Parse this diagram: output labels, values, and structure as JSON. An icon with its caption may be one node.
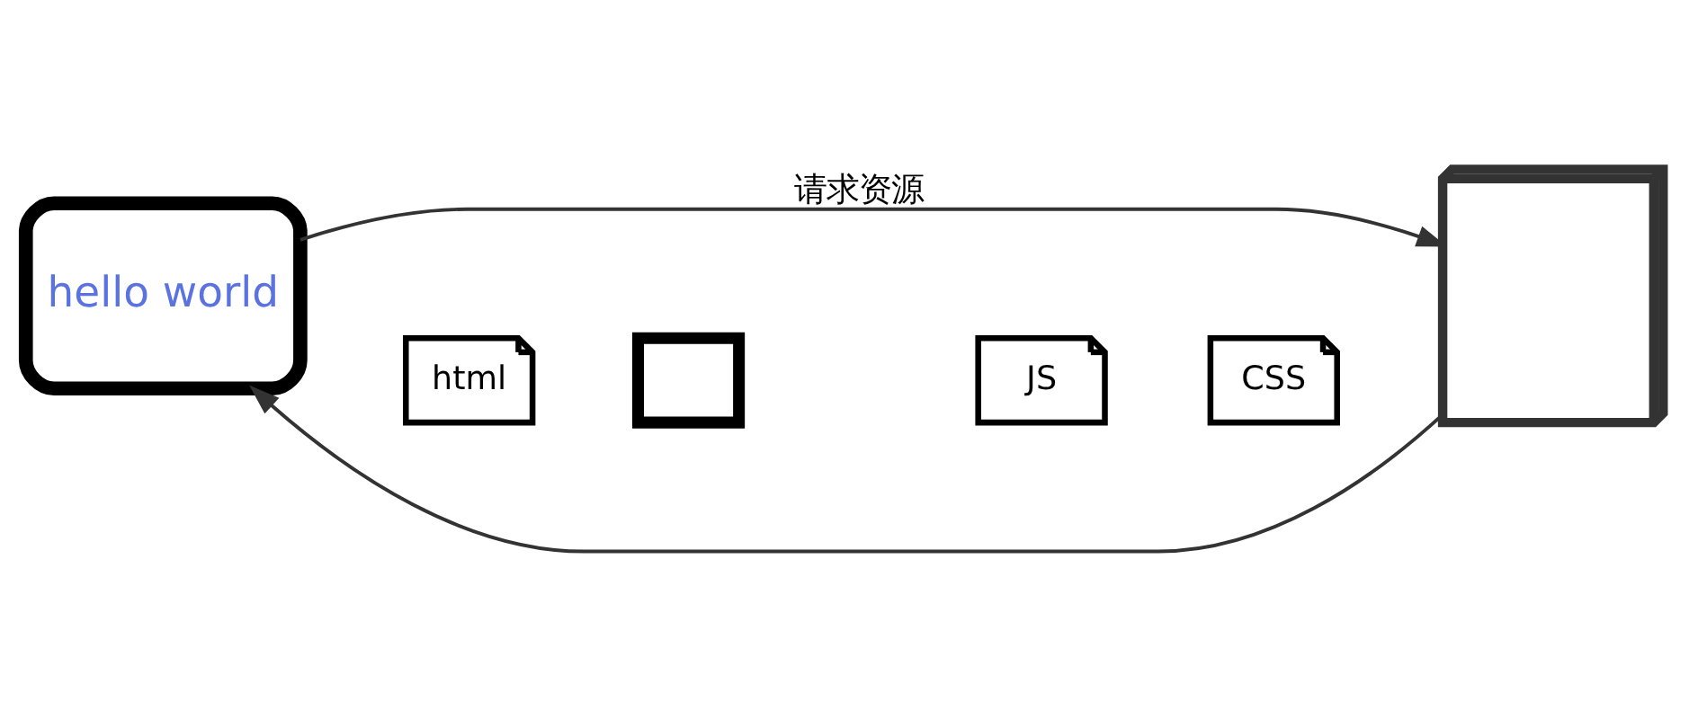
{
  "diagram": {
    "nodes": [
      {
        "text": [
          "hello world"
        ]
      },
      {
        "text": [],
        "shape": "server"
      },
      {
        "text": [
          "html"
        ]
      },
      {
        "text": [],
        "shape": "box"
      },
      {
        "text": [
          "JS"
        ]
      },
      {
        "text": [
          "CSS"
        ]
      }
    ],
    "edges": [
      {
        "from": 0,
        "to": 1,
        "arrow": "to",
        "label": "请求资源"
      },
      {
        "from": 1,
        "to": 0,
        "arrow": "to"
      }
    ]
  }
}
